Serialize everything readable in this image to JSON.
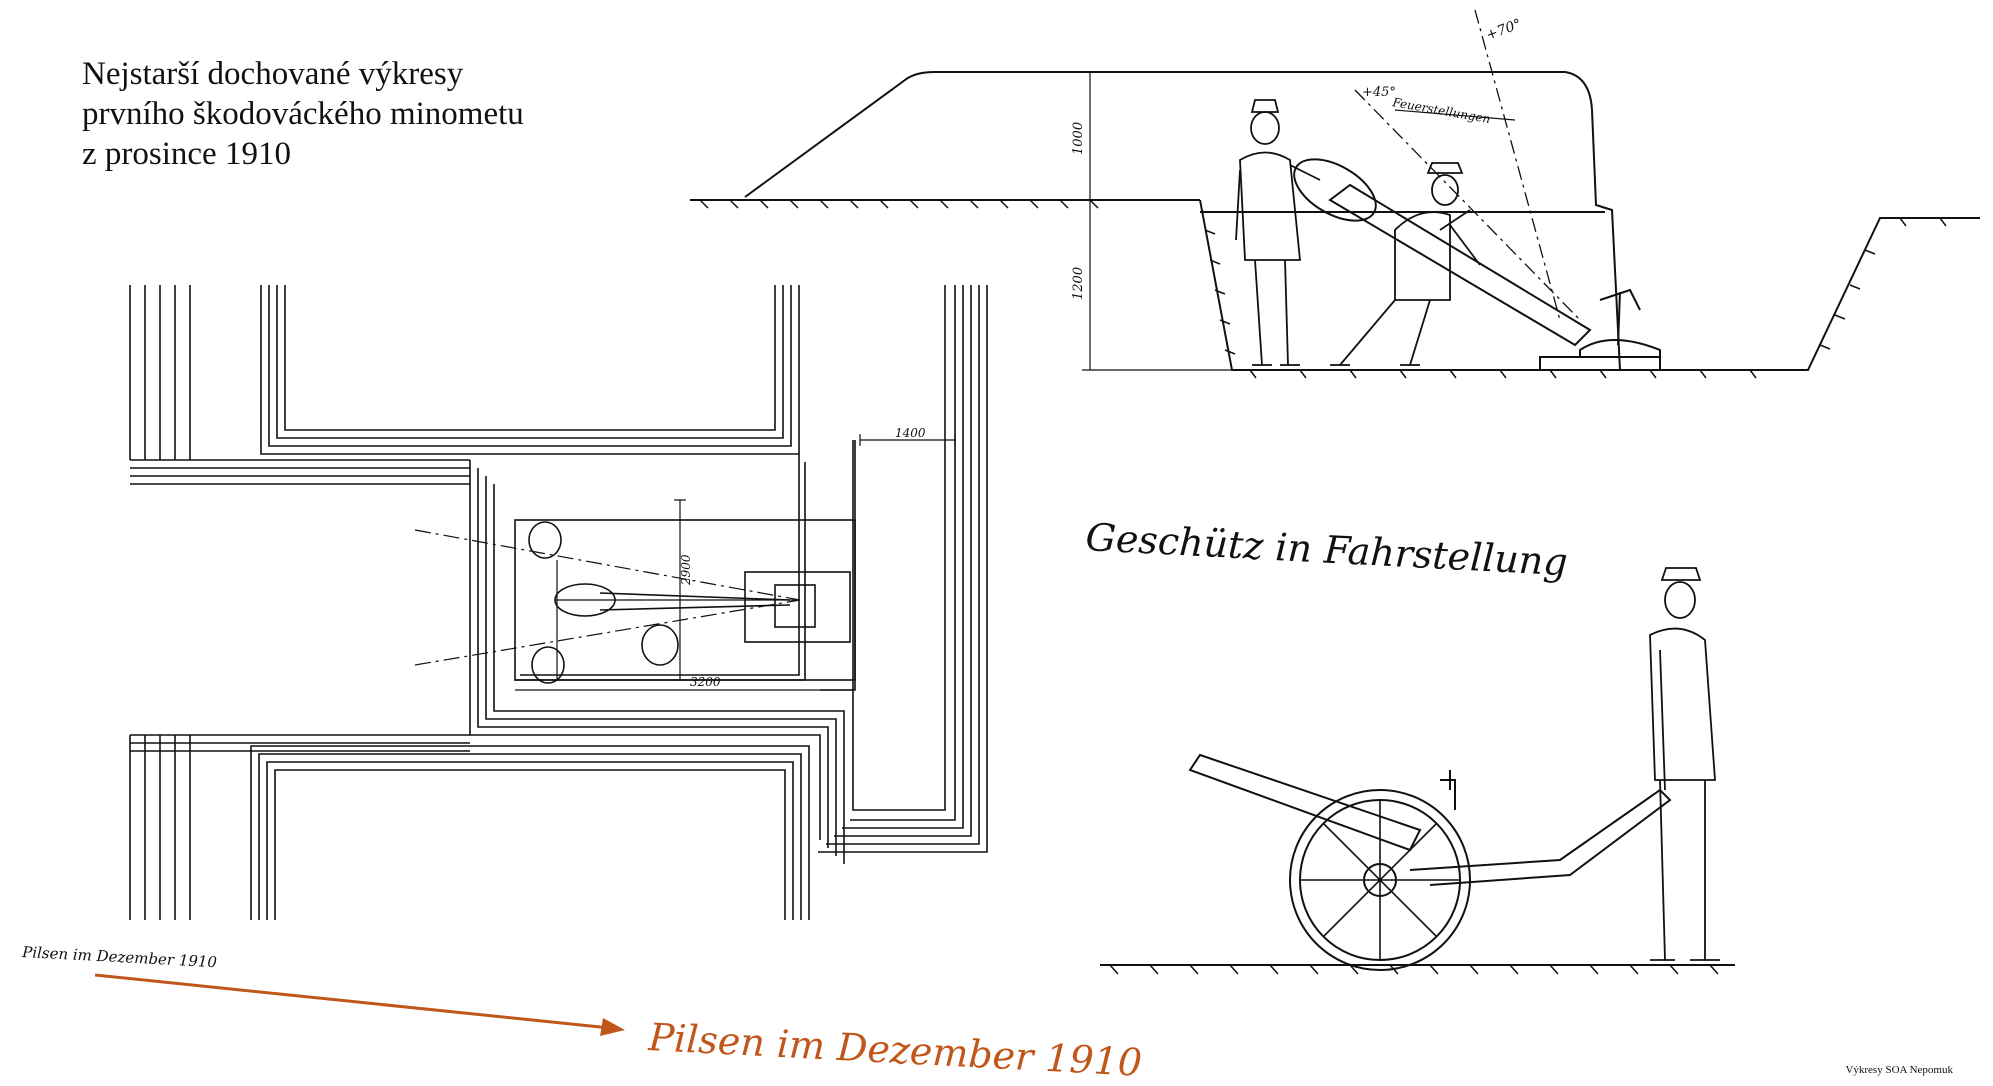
{
  "title_lines": [
    "Nejstarší dochované výkresy",
    "prvního škodováckého minometu",
    "z prosince 1910"
  ],
  "labels": {
    "angle_70": "+70°",
    "angle_45": "+45°",
    "feuerstellungen": "Feuerstellungen",
    "dim_1000_vertical": "1000",
    "dim_1200_vertical": "1200",
    "dim_1400": "1400",
    "dim_2900": "2900",
    "dim_3200": "3200",
    "transport_caption": "Geschütz in Fahrstellung",
    "signature_small": "Pilsen im Dezember 1910",
    "signature_large": "Pilsen im Dezember 1910",
    "credit": "Výkresy SOA Nepomuk"
  },
  "colors": {
    "ink": "#111111",
    "arrow": "#c0561a",
    "signature_large": "#c0561a"
  }
}
